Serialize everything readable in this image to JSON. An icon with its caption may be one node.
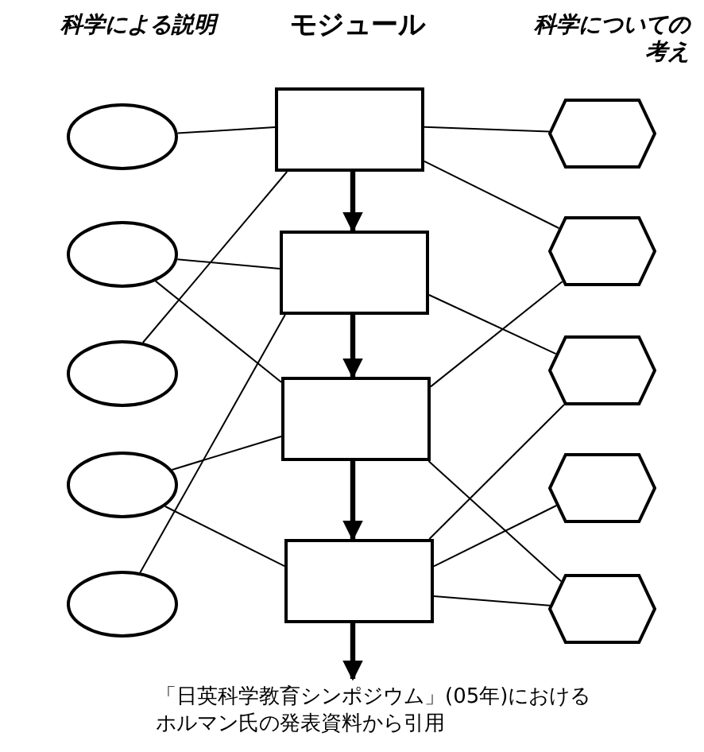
{
  "diagram": {
    "nodes": [
      {
        "text": [],
        "shape": "ellipse"
      },
      {
        "text": [],
        "shape": "ellipse"
      },
      {
        "text": [],
        "shape": "ellipse"
      },
      {
        "text": [],
        "shape": "ellipse"
      },
      {
        "text": [],
        "shape": "ellipse"
      },
      {
        "text": [],
        "shape": "box"
      },
      {
        "text": [],
        "shape": "box"
      },
      {
        "text": [],
        "shape": "box"
      },
      {
        "text": [],
        "shape": "box"
      },
      {
        "text": [],
        "shape": "hexagon"
      },
      {
        "text": [],
        "shape": "hexagon"
      },
      {
        "text": [],
        "shape": "hexagon"
      },
      {
        "text": [],
        "shape": "hexagon"
      },
      {
        "text": [],
        "shape": "hexagon"
      }
    ],
    "edges": [
      {
        "from": 0,
        "to": 5,
        "arrow": "none"
      },
      {
        "from": 2,
        "to": 5,
        "arrow": "none"
      },
      {
        "from": 1,
        "to": 6,
        "arrow": "none"
      },
      {
        "from": 1,
        "to": 7,
        "arrow": "none"
      },
      {
        "from": 4,
        "to": 6,
        "arrow": "none"
      },
      {
        "from": 3,
        "to": 7,
        "arrow": "none"
      },
      {
        "from": 3,
        "to": 8,
        "arrow": "none"
      },
      {
        "from": 5,
        "to": 9,
        "arrow": "none"
      },
      {
        "from": 5,
        "to": 10,
        "arrow": "none"
      },
      {
        "from": 6,
        "to": 11,
        "arrow": "none"
      },
      {
        "from": 10,
        "to": 7,
        "arrow": "none"
      },
      {
        "from": 7,
        "to": 13,
        "arrow": "none"
      },
      {
        "from": 11,
        "to": 8,
        "arrow": "none"
      },
      {
        "from": 12,
        "to": 8,
        "arrow": "none"
      },
      {
        "from": 13,
        "to": 8,
        "arrow": "none"
      },
      {
        "from": 5,
        "to": 6,
        "arrow": "to",
        "style": "thick"
      },
      {
        "from": 6,
        "to": 7,
        "arrow": "to",
        "style": "thick"
      },
      {
        "from": 7,
        "to": 8,
        "arrow": "to",
        "style": "thick"
      },
      {
        "from": 8,
        "to": null,
        "arrow": "to",
        "style": "thick"
      }
    ],
    "labels": [
      "科学による説明",
      "モジュール",
      "科学についての考え"
    ],
    "caption": "「日英科学教育シンポジウム」(05年)におけるホルマン氏の発表資料から引用"
  }
}
